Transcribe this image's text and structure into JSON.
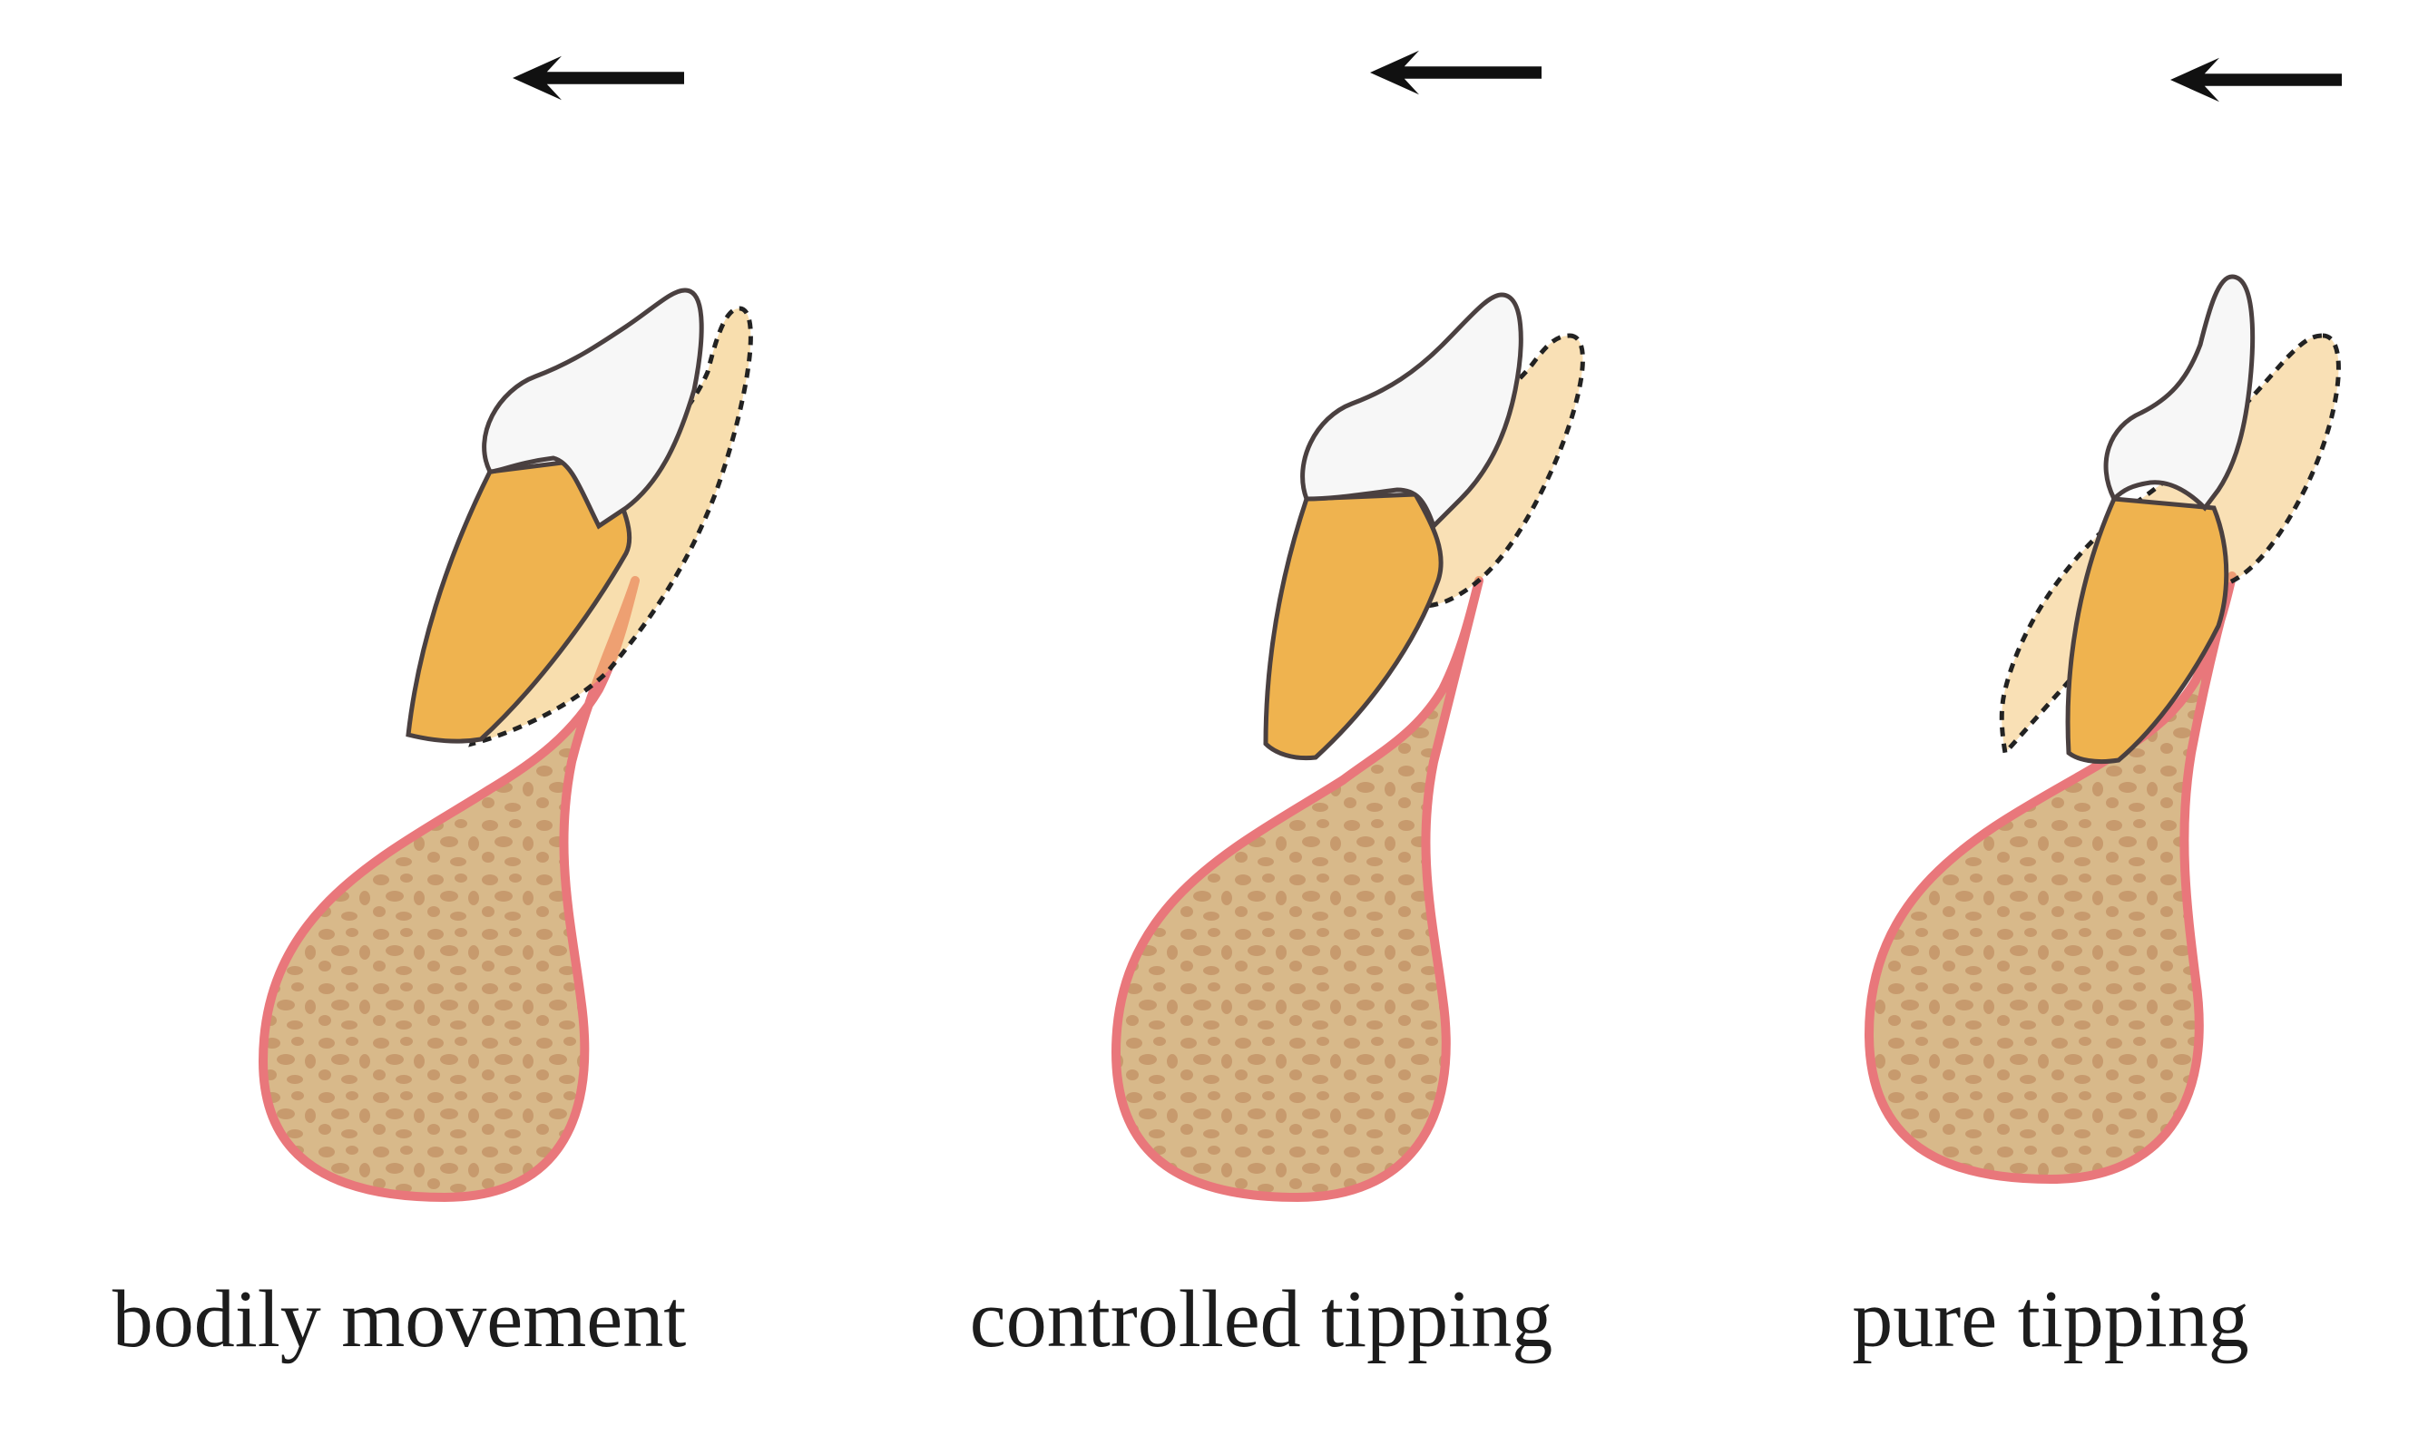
{
  "panels": [
    {
      "label": "bodily movement"
    },
    {
      "label": "controlled tipping"
    },
    {
      "label": "pure tipping"
    }
  ],
  "colors": {
    "bone_fill": "#d8b98a",
    "bone_spots": "#c79a6d",
    "gingiva_outline": "#e9777b",
    "root_fill": "#efb34f",
    "root_shade": "#f3c26c",
    "crown_fill": "#f7f7f7",
    "outline": "#4a4040",
    "arrow": "#111111"
  },
  "icons": {
    "force_arrow": "left-arrow-icon"
  }
}
